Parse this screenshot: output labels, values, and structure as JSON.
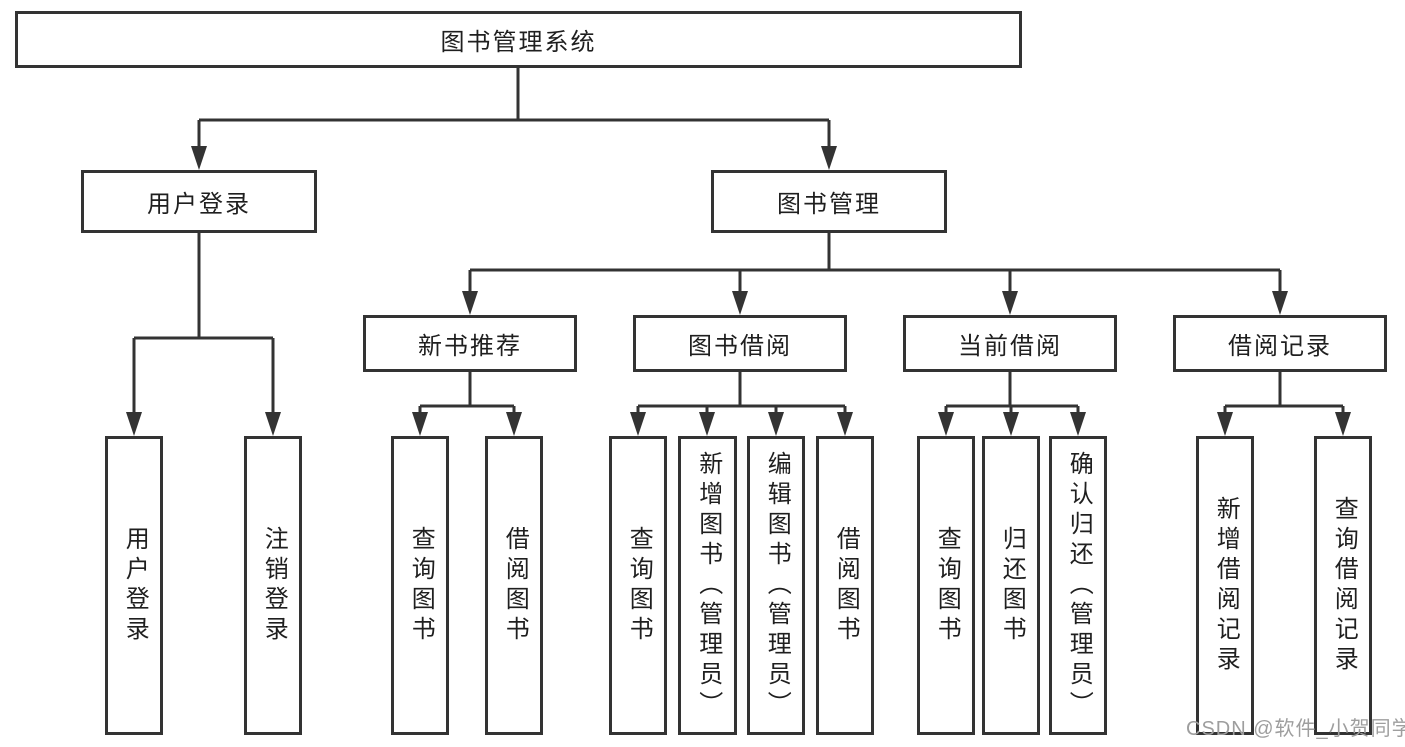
{
  "diagram": {
    "watermark": "CSDN @软件_小贺同学",
    "colors": {
      "line": "#333333",
      "text": "#1f1f1f",
      "box_bg": "#ffffff",
      "watermark": "#9e9e9e"
    },
    "root": {
      "label": "图书管理系统",
      "children": [
        {
          "label": "用户登录",
          "children": [
            {
              "label": "用户登录"
            },
            {
              "label": "注销登录"
            }
          ]
        },
        {
          "label": "图书管理",
          "children": [
            {
              "label": "新书推荐",
              "children": [
                {
                  "label": "查询图书"
                },
                {
                  "label": "借阅图书"
                }
              ]
            },
            {
              "label": "图书借阅",
              "children": [
                {
                  "label": "查询图书"
                },
                {
                  "label": "新增图书（管理员）"
                },
                {
                  "label": "编辑图书（管理员）"
                },
                {
                  "label": "借阅图书"
                }
              ]
            },
            {
              "label": "当前借阅",
              "children": [
                {
                  "label": "查询图书"
                },
                {
                  "label": "归还图书"
                },
                {
                  "label": "确认归还（管理员）"
                }
              ]
            },
            {
              "label": "借阅记录",
              "children": [
                {
                  "label": "新增借阅记录"
                },
                {
                  "label": "查询借阅记录"
                }
              ]
            }
          ]
        }
      ]
    }
  }
}
